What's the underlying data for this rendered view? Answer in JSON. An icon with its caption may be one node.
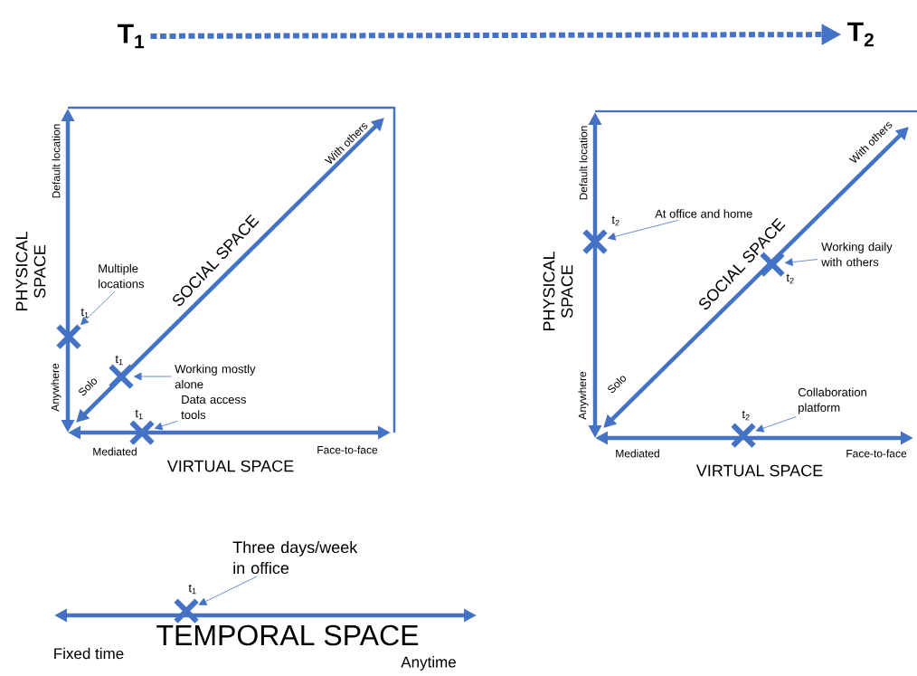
{
  "diagram": {
    "nodes": [
      {
        "text": [
          "T$_{1}$"
        ]
      },
      {
        "text": [
          "T$_{2}$"
        ]
      },
      {
        "text": [
          "Multiple locations"
        ]
      },
      {
        "text": [],
        "shape": "cross",
        "beside": [
          "t$_{1}$"
        ]
      },
      {
        "text": [
          "Working mostly alone"
        ]
      },
      {
        "text": [],
        "shape": "cross",
        "beside": [
          "t$_{1}$"
        ]
      },
      {
        "text": [
          "Data access tools"
        ]
      },
      {
        "text": [],
        "shape": "cross",
        "beside": [
          "t$_{1}$"
        ]
      },
      {
        "text": [
          "At office and home"
        ]
      },
      {
        "text": [],
        "shape": "cross",
        "beside": [
          "t$_{2}$"
        ]
      },
      {
        "text": [
          "Working daily with others"
        ]
      },
      {
        "text": [],
        "shape": "cross",
        "beside": [
          "t$_{2}$"
        ]
      },
      {
        "text": [
          "Collaboration platform"
        ]
      },
      {
        "text": [],
        "shape": "cross",
        "beside": [
          "t$_{2}$"
        ]
      },
      {
        "text": [
          "Three days/week in office"
        ]
      },
      {
        "text": [],
        "shape": "cross",
        "beside": [
          "t$_{1}$"
        ]
      }
    ],
    "edges": [
      {
        "from": 0,
        "to": 1,
        "arrow": "to",
        "style": "dashed"
      },
      {
        "from": 2,
        "to": 3,
        "arrow": "to"
      },
      {
        "from": 4,
        "to": 5,
        "arrow": "to"
      },
      {
        "from": 6,
        "to": 7,
        "arrow": "to"
      },
      {
        "from": 8,
        "to": 9,
        "arrow": "to"
      },
      {
        "from": 10,
        "to": 11,
        "arrow": "to"
      },
      {
        "from": 12,
        "to": 13,
        "arrow": "to"
      },
      {
        "from": 14,
        "to": 15,
        "arrow": "to"
      }
    ],
    "labels": [
      "Default location",
      "PHYSICAL SPACE",
      "Anywhere",
      "With others",
      "SOCIAL SPACE",
      "Solo",
      "Mediated",
      "VIRTUAL SPACE",
      "Face-to-face",
      "Default location",
      "PHYSICAL SPACE",
      "Anywhere",
      "With others",
      "SOCIAL SPACE",
      "Solo",
      "Mediated",
      "VIRTUAL SPACE",
      "Face-to-face",
      "TEMPORAL SPACE",
      "Fixed time",
      "Anytime"
    ]
  }
}
